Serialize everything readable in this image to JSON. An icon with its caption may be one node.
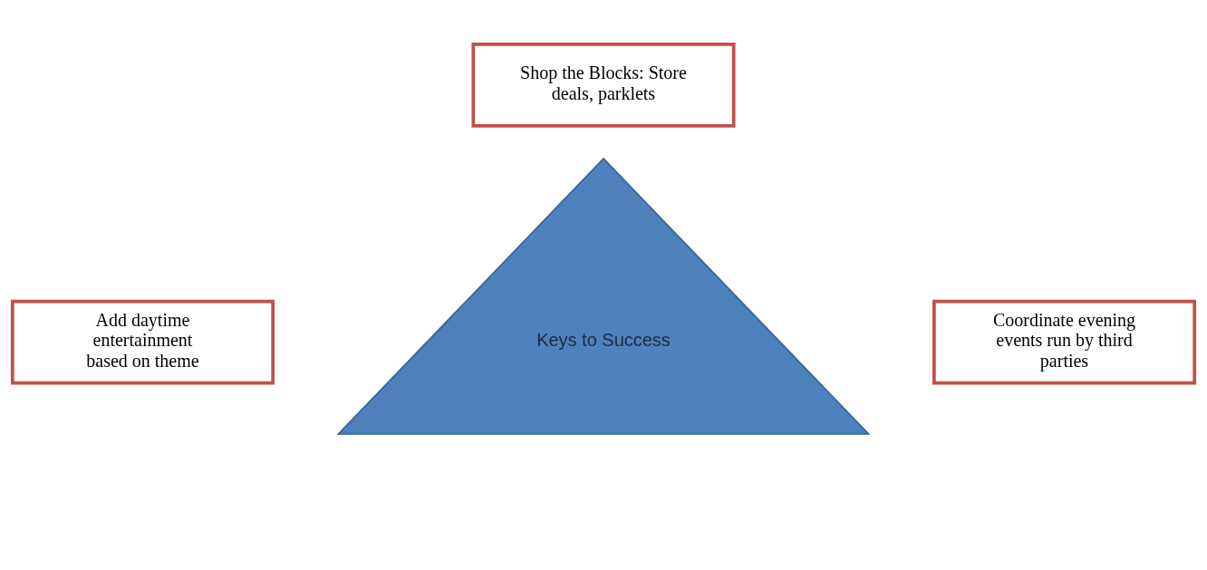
{
  "diagram": {
    "nodes": [
      {
        "text": [
          "Shop the Blocks: Store deals, parklets"
        ]
      },
      {
        "text": [
          "Add daytime entertainment based on theme"
        ]
      },
      {
        "text": [
          "Keys to Success"
        ]
      },
      {
        "text": [
          "Coordinate evening events run by third parties"
        ]
      }
    ],
    "edges": []
  }
}
